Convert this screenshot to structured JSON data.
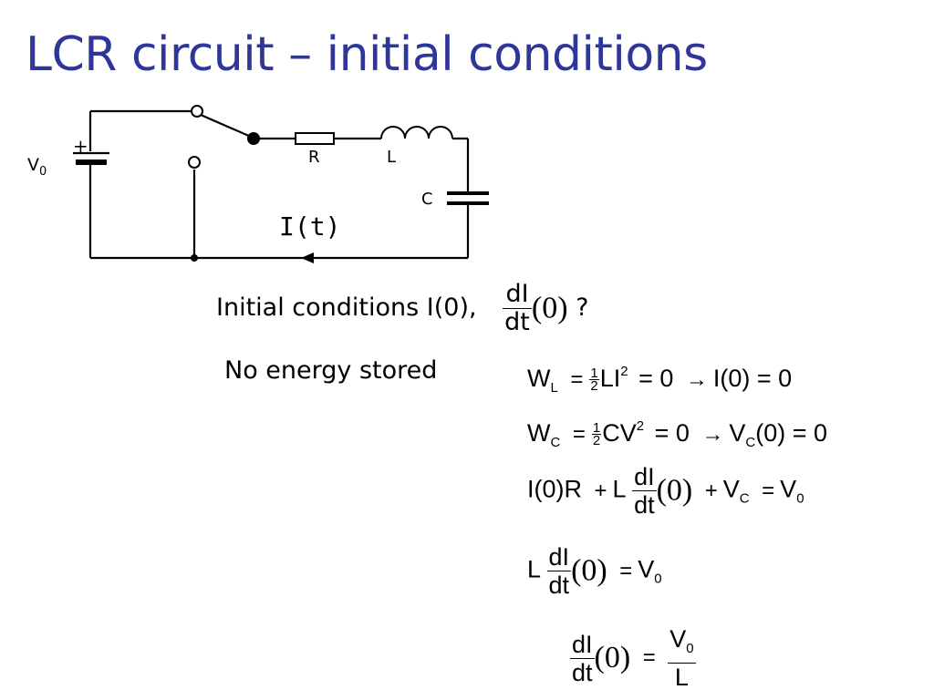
{
  "title": "LCR circuit – initial conditions",
  "circuit": {
    "source_label": "V",
    "source_sub": "0",
    "plus_sign": "+",
    "resistor_label": "R",
    "inductor_label": "L",
    "capacitor_label": "C",
    "current_label": "I(t)"
  },
  "eq_initial": {
    "lead": "Initial conditions  I(0),",
    "num": "dI",
    "den": "dt",
    "arg": "(0)",
    "tail": " ?"
  },
  "eq_energy_label": "No energy stored",
  "eq_wl": {
    "w": "W",
    "sub": "L",
    "eq1": "=",
    "half_num": "1",
    "half_den": "2",
    "term": "LI",
    "sup": "2",
    "eq2": "= 0",
    "arrow": "→",
    "rhs": "I(0) = 0"
  },
  "eq_wc": {
    "w": "W",
    "sub": "C",
    "eq1": "=",
    "half_num": "1",
    "half_den": "2",
    "term": "CV",
    "sup": "2",
    "eq2": "= 0",
    "arrow": "→",
    "v": "V",
    "vsub": "C",
    "rhs": "(0) = 0"
  },
  "eq_kvl": {
    "lhs": "I(0)R",
    "plus1": "+",
    "l": "L",
    "num": "dI",
    "den": "dt",
    "arg": "(0)",
    "plus2": "+",
    "v": "V",
    "vsub": "C",
    "eq": "=",
    "v0": "V",
    "v0sub": "0"
  },
  "eq_l": {
    "l": "L",
    "num": "dI",
    "den": "dt",
    "arg": "(0)",
    "eq": "=",
    "v0": "V",
    "v0sub": "0"
  },
  "eq_final": {
    "num": "dI",
    "den": "dt",
    "arg": "(0)",
    "eq": "=",
    "rnum_v": "V",
    "rnum_sub": "0",
    "rden": "L"
  }
}
